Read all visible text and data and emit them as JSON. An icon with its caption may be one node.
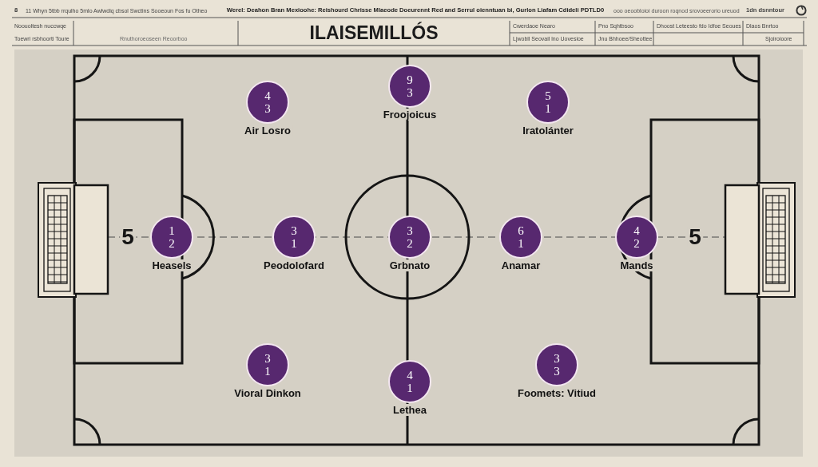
{
  "diagram": {
    "title": "ILAISEMILLÓS",
    "nodes": [
      {
        "text": [
          "4",
          "3"
        ],
        "beside": [
          "Air Losro"
        ]
      },
      {
        "text": [
          "9",
          "3"
        ],
        "beside": [
          "Froojoicus"
        ]
      },
      {
        "text": [
          "5",
          "1"
        ],
        "beside": [
          "Iratolánter"
        ]
      },
      {
        "text": [
          "1",
          "2"
        ],
        "beside": [
          "Heasels"
        ]
      },
      {
        "text": [
          "3",
          "1"
        ],
        "beside": [
          "Peodolofard"
        ]
      },
      {
        "text": [
          "3",
          "2"
        ],
        "beside": [
          "Grbnato"
        ]
      },
      {
        "text": [
          "6",
          "1"
        ],
        "beside": [
          "Anamar"
        ]
      },
      {
        "text": [
          "4",
          "2"
        ],
        "beside": [
          "Mands"
        ]
      },
      {
        "text": [
          "3",
          "1"
        ],
        "beside": [
          "Vioral Dinkon"
        ]
      },
      {
        "text": [
          "4",
          "1"
        ],
        "beside": [
          "Lethea"
        ]
      },
      {
        "text": [
          "3",
          "3"
        ],
        "beside": [
          "Foomets: Vitiud"
        ]
      }
    ],
    "labels": [
      "8",
      "11 Whyn 5tbb rrqulho 5mlo Awlwdiq cbsol Swctins Sooeoun Fos fu Otheo",
      "Werel: Deahon Bran Mexioohe: Reishourd Chrisse Mlaeode Doeurennt Red and Serrul oienntuan bi, Gurlon Liafam Cdideli PDTLD0",
      "ooo oeoobloioi duroon roqnod srovoeerorio ureuod",
      "1dn dsnntour",
      "Noouoltesh nuccwqe",
      "Toewri rsbhoorti Toure",
      "Rnuthoroeoseen Reoorboo",
      "Cwerdaoe Nearo",
      "Pno Sqhtbsoo",
      "Dhoost Leteesto fdo Idfoe Seoues",
      "Dlaos Bnrtoo",
      "Ljwobll Seovail lno Uovesioe",
      "Jnu Bhhoee/Sheottee",
      "Sjoiroioore",
      "5",
      "5"
    ]
  }
}
